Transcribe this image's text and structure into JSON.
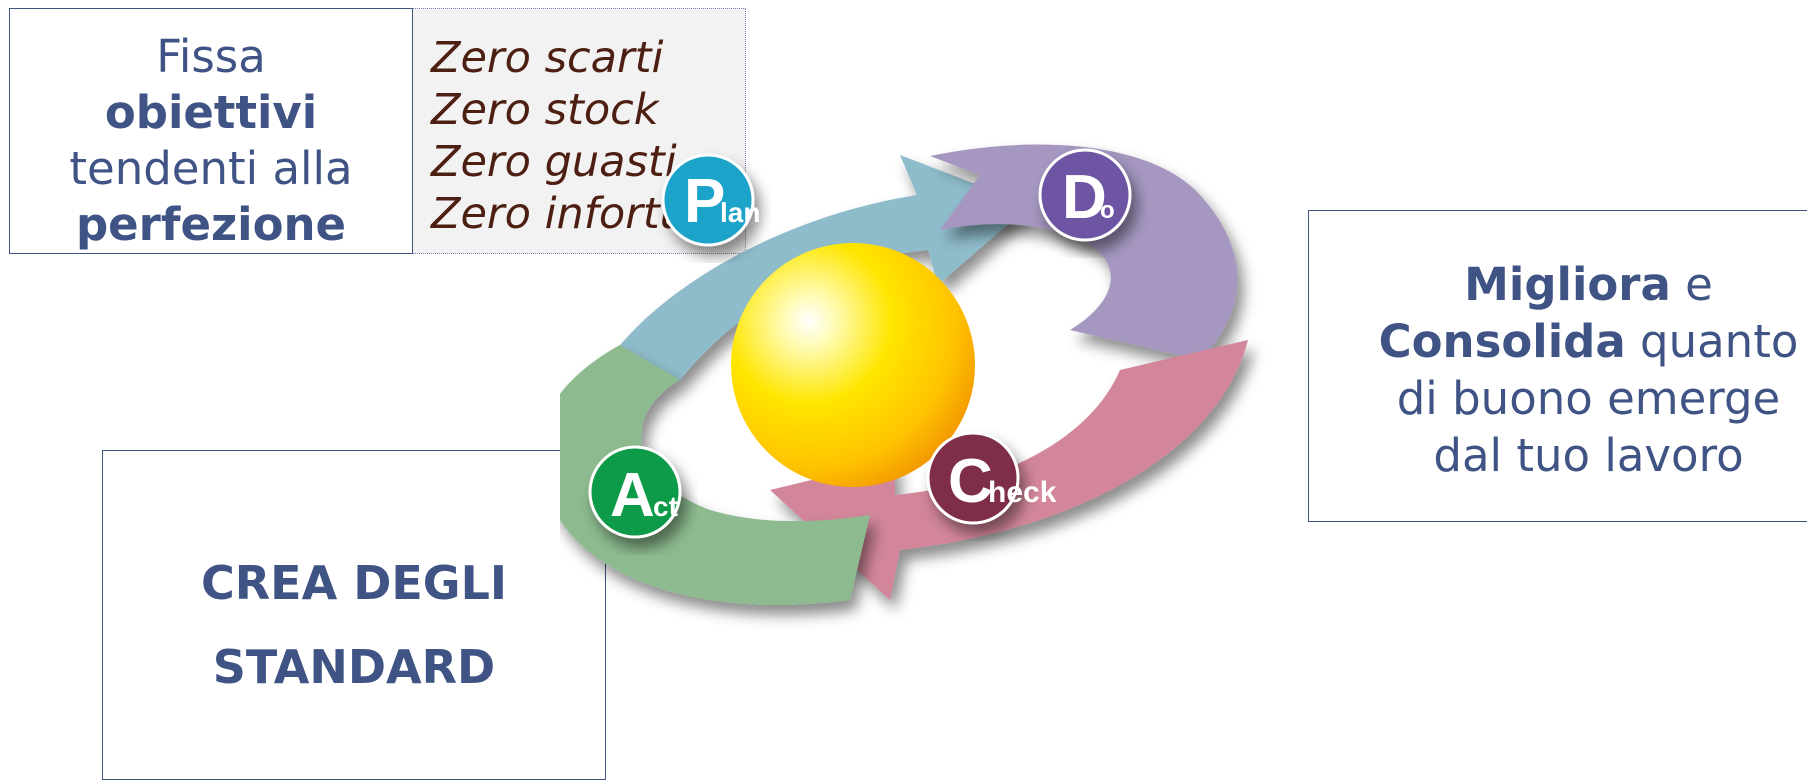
{
  "goals": {
    "line1": "Fissa",
    "line2": "obiettivi",
    "line3": "tendenti alla",
    "line4": "perfezione"
  },
  "zero_list": [
    "Zero scarti",
    "Zero stock",
    "Zero guasti",
    "Zero infortuni"
  ],
  "improve": {
    "bold1": "Migliora",
    "text1": " e",
    "bold2": "Consolida",
    "text2": " quanto",
    "line3": "di buono emerge",
    "line4": "dal tuo lavoro"
  },
  "standard": {
    "line1": "CREA DEGLI",
    "line2": "STANDARD"
  },
  "cycle": {
    "plan": {
      "letter": "P",
      "suffix": "lan",
      "color": "#1aa3c9",
      "arrow": "#8fbccb"
    },
    "do": {
      "letter": "D",
      "suffix": "o",
      "color": "#6e55a3",
      "arrow": "#a597c0"
    },
    "check": {
      "letter": "C",
      "suffix": "heck",
      "color": "#7e2e47",
      "arrow": "#d3869a"
    },
    "act": {
      "letter": "A",
      "suffix": "ct",
      "color": "#0f9a48",
      "arrow": "#8dbb8f"
    },
    "sphere_color": "#ffd200"
  }
}
